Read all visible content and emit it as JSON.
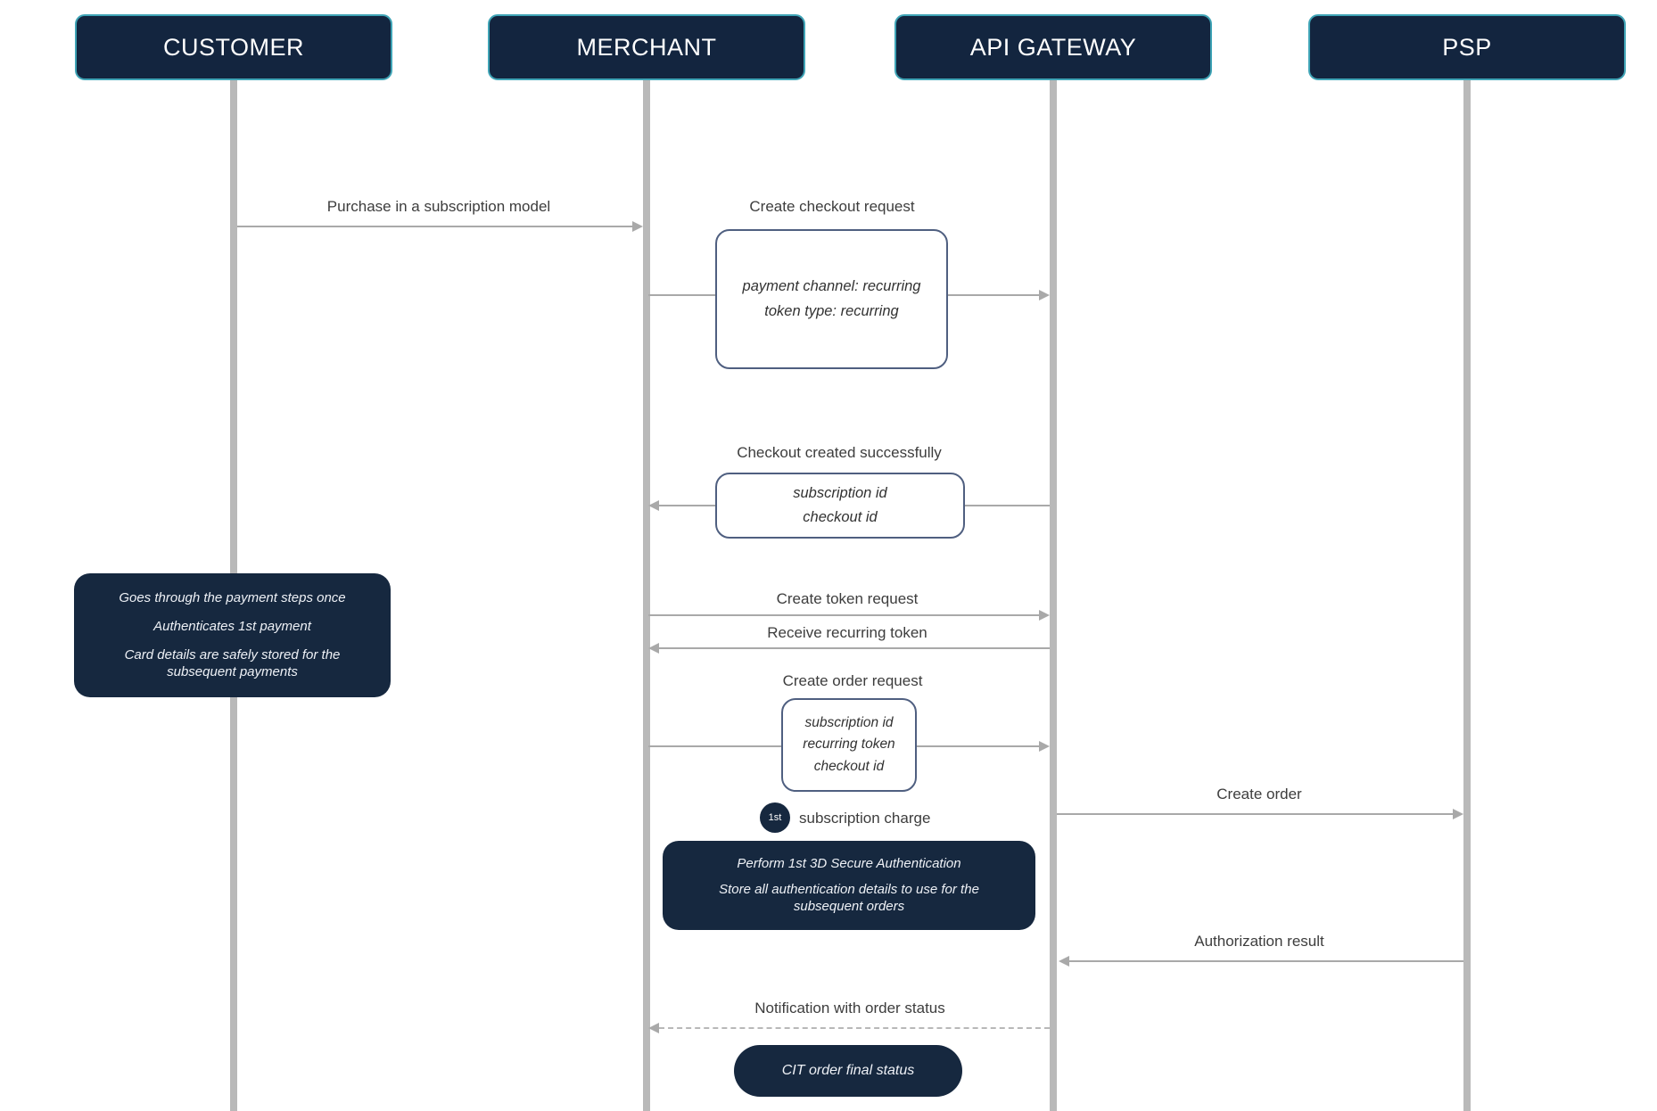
{
  "colors": {
    "navy": "#13253f",
    "header_border_teal": "#3fa4b6",
    "arrow_gray": "#a9a9a9",
    "lifeline_gray": "#b9b9b9",
    "param_box_border": "#4f5f80",
    "label_text": "#3d3d3d"
  },
  "actors": [
    {
      "name": "CUSTOMER"
    },
    {
      "name": "MERCHANT"
    },
    {
      "name": "API GATEWAY"
    },
    {
      "name": "PSP"
    }
  ],
  "messages": {
    "purchase": {
      "label": "Purchase in a subscription model"
    },
    "create_checkout": {
      "label": "Create checkout request",
      "params": [
        "payment channel: recurring",
        "token type: recurring"
      ]
    },
    "checkout_created": {
      "label": "Checkout created successfully",
      "params": [
        "subscription id",
        "checkout id"
      ]
    },
    "create_token": {
      "label": "Create token request"
    },
    "receive_token": {
      "label": "Receive recurring token"
    },
    "create_order_request": {
      "label": "Create order request",
      "params": [
        "subscription id",
        "recurring token",
        "checkout id"
      ]
    },
    "subscription_charge": {
      "badge": "1st",
      "label": "subscription charge"
    },
    "create_order": {
      "label": "Create order"
    },
    "authorization_result": {
      "label": "Authorization result"
    },
    "notification": {
      "label": "Notification with order status"
    }
  },
  "notes": {
    "customer_note": {
      "lines": [
        "Goes through the payment steps once",
        "Authenticates 1st payment",
        "Card details are safely stored for the subsequent payments"
      ]
    },
    "secure_auth_note": {
      "lines": [
        "Perform 1st 3D Secure Authentication",
        "Store all authentication details to use for the subsequent orders"
      ]
    },
    "cit_status_note": {
      "label": "CIT order final status"
    }
  }
}
